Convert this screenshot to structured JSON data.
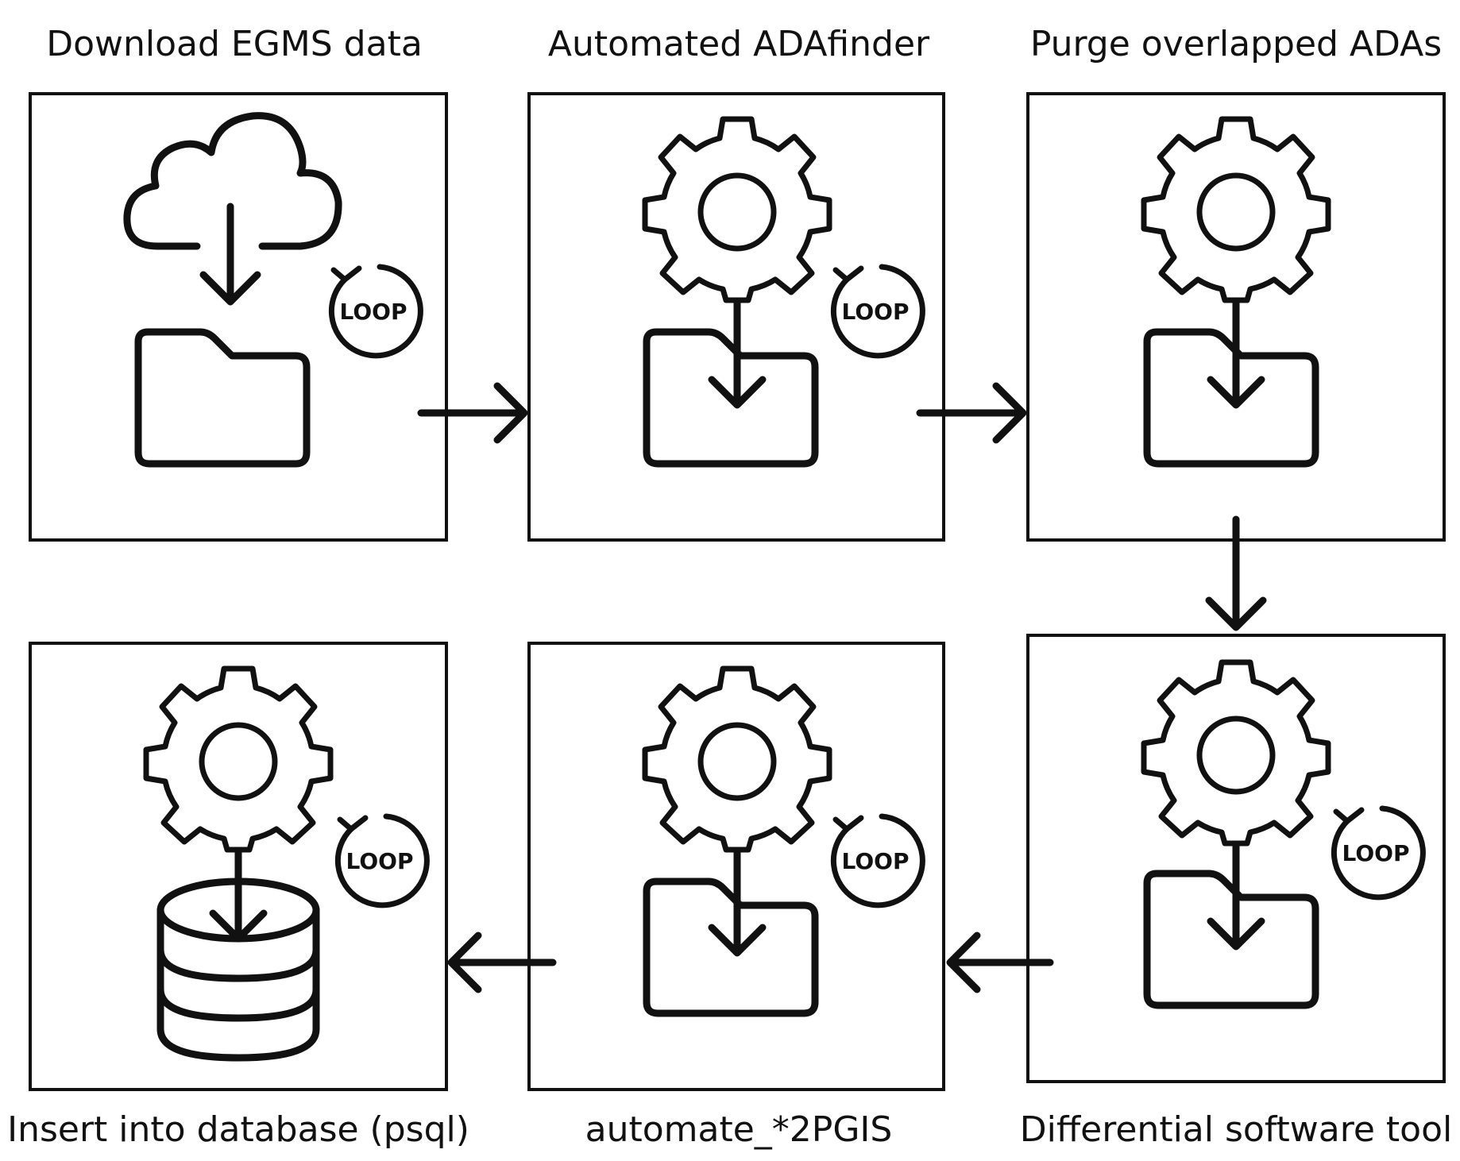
{
  "diagram": {
    "colors": {
      "stroke": "#111111",
      "background": "#ffffff"
    },
    "loop_label": "LOOP",
    "steps": [
      {
        "id": "download",
        "label": "Download EGMS data",
        "icons": [
          "cloud-download-icon",
          "folder-icon",
          "loop-icon"
        ]
      },
      {
        "id": "adafinder",
        "label": "Automated ADAfinder",
        "icons": [
          "gear-icon",
          "folder-icon",
          "loop-icon"
        ]
      },
      {
        "id": "purge",
        "label": "Purge overlapped ADAs",
        "icons": [
          "gear-icon",
          "folder-icon"
        ]
      },
      {
        "id": "differential",
        "label": "Differential software tool",
        "icons": [
          "gear-icon",
          "folder-icon",
          "loop-icon"
        ]
      },
      {
        "id": "automate",
        "label": "automate_*2PGIS",
        "icons": [
          "gear-icon",
          "folder-icon",
          "loop-icon"
        ]
      },
      {
        "id": "insert",
        "label": "Insert into database (psql)",
        "icons": [
          "gear-icon",
          "database-icon",
          "loop-icon"
        ]
      }
    ],
    "flow": [
      {
        "from": "download",
        "to": "adafinder",
        "direction": "right"
      },
      {
        "from": "adafinder",
        "to": "purge",
        "direction": "right"
      },
      {
        "from": "purge",
        "to": "differential",
        "direction": "down"
      },
      {
        "from": "differential",
        "to": "automate",
        "direction": "left"
      },
      {
        "from": "automate",
        "to": "insert",
        "direction": "left"
      }
    ]
  }
}
